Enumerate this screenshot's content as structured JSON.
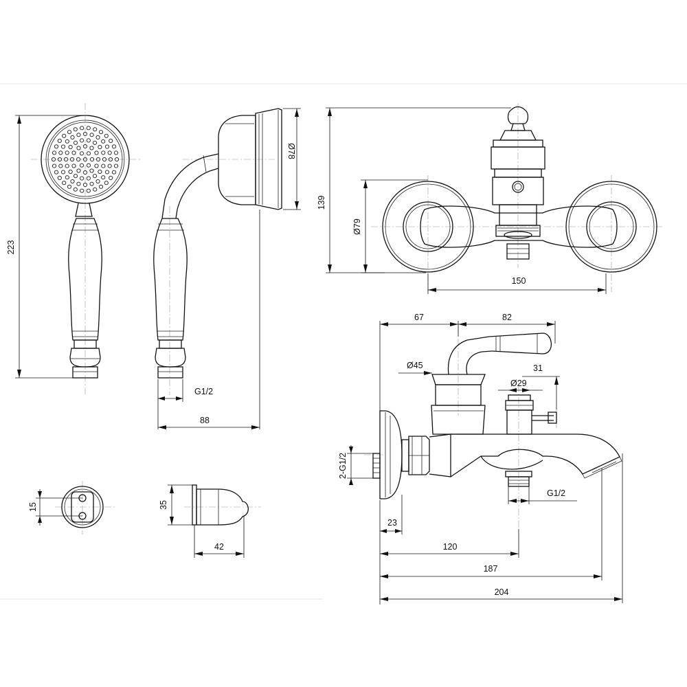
{
  "colors": {
    "line": "#111111",
    "axis": "#999999",
    "background": "#ffffff"
  },
  "dimensions": {
    "hand_shower_length": "223",
    "hand_shower_diameter": "Ø78",
    "hand_shower_thread": "G1/2",
    "hand_shower_depth": "88",
    "body_height": "139",
    "rosette_diameter": "Ø79",
    "center_distance": "150",
    "lever_offset": "67",
    "lever_length": "82",
    "cartridge_diameter": "Ø45",
    "diverter_height": "31",
    "diverter_diameter": "Ø29",
    "inlet_thread": "2-G1/2",
    "outlet_thread": "G1/2",
    "rosette_depth": "23",
    "outlet_distance": "120",
    "spout_length": "187",
    "total_length": "204",
    "holder_width": "15",
    "holder_height": "35",
    "holder_depth": "42"
  }
}
